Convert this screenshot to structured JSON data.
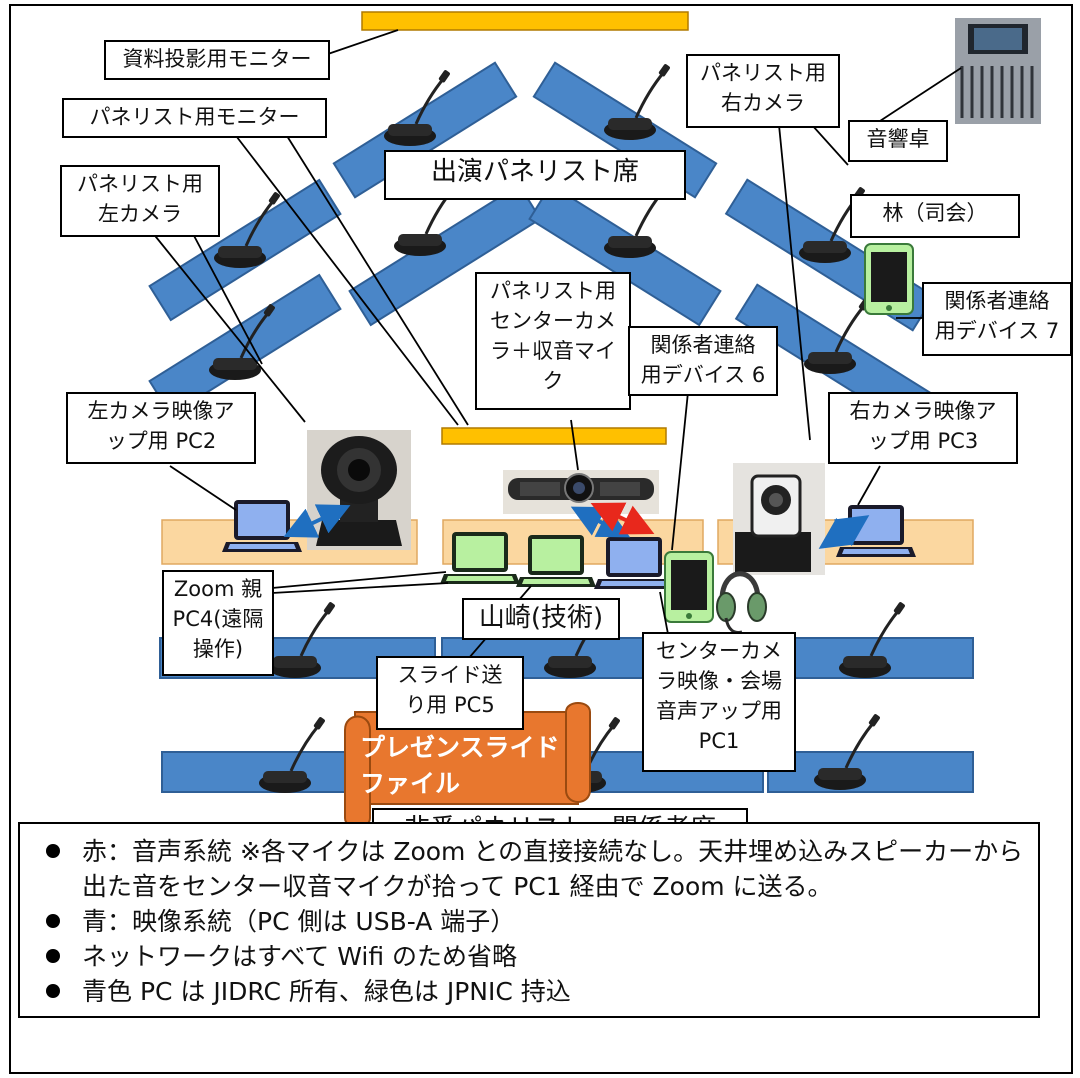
{
  "colors": {
    "table_blue": "#4a86c8",
    "table_blue_border": "#2f5f96",
    "monitor_orange": "#ffc000",
    "desk_orange": "#fbd7a0",
    "pc_blue": "#8fb0ef",
    "pc_green": "#b8f0a0",
    "scroll_orange": "#e8772e",
    "arrow_blue": "#1f6fc0",
    "arrow_red": "#e8281c"
  },
  "labels": {
    "doc_monitor": "資料投影用モニター",
    "panelist_monitor": "パネリスト用モニター",
    "left_camera": "パネリスト用\n左カメラ",
    "right_camera": "パネリスト用\n右カメラ",
    "sound_desk": "音響卓",
    "panelist_seats": "出演パネリスト席",
    "mc": "林（司会）",
    "device7": "関係者連絡\n用デバイス 7",
    "center_camera": "パネリスト用\nセンターカメ\nラ＋収音マイ\nク",
    "device6": "関係者連絡\n用デバイス 6",
    "left_pc2": "左カメラ映像ア\nップ用 PC2",
    "right_pc3": "右カメラ映像ア\nップ用 PC3",
    "zoom_pc4": "Zoom 親\nPC4(遠隔\n操作)",
    "tech": "山崎(技術)",
    "slide_pc5": "スライド送\nり用 PC5",
    "center_pc1": "センターカメ\nラ映像・会場\n音声アップ用\nPC1",
    "presentation_file": "プレゼンスライド\nファイル",
    "offduty_seats": "非番パネリスト・関係者席"
  },
  "legend": [
    "赤：音声系統 ※各マイクは Zoom との直接接続なし。天井埋め込みスピーカーから出た音をセンター収音マイクが拾って PC1 経由で Zoom に送る。",
    "青：映像系統（PC 側は USB-A 端子）",
    "ネットワークはすべて Wifi のため省略",
    "青色 PC は JIDRC 所有、緑色は JPNIC 持込"
  ]
}
